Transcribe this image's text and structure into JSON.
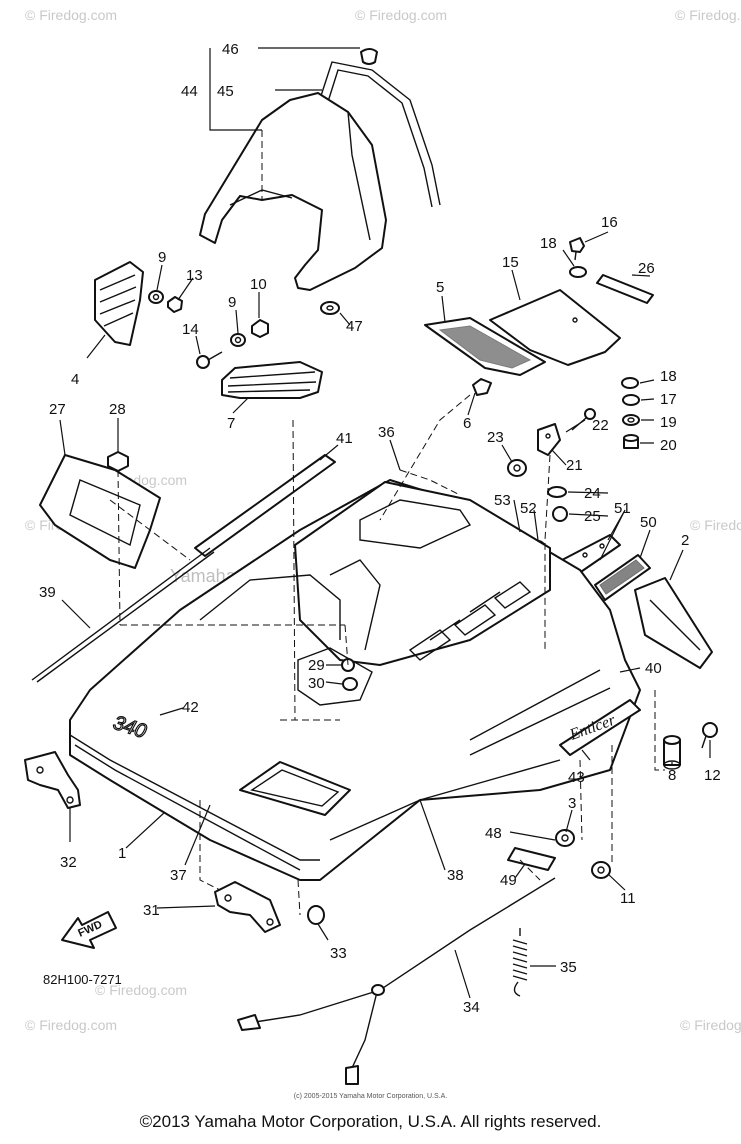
{
  "diagram": {
    "code": "82H100-7271",
    "model_badge": "340",
    "brand_badge": "Enticer",
    "fwd_label": "FWD",
    "watermarks": {
      "site": "© Firedog.com",
      "corp": "Yamaha Motor Corp., U.S.A."
    },
    "small_credit": "(c) 2005-2015 Yamaha Motor Corporation, U.S.A.",
    "copyright": "©2013 Yamaha Motor Corporation, U.S.A. All rights reserved.",
    "callouts": [
      "46",
      "44",
      "45",
      "16",
      "18",
      "26",
      "9",
      "13",
      "10",
      "9",
      "15",
      "5",
      "47",
      "14",
      "4",
      "7",
      "18",
      "17",
      "19",
      "6",
      "23",
      "22",
      "20",
      "27",
      "28",
      "36",
      "41",
      "21",
      "24",
      "53",
      "52",
      "25",
      "51",
      "50",
      "2",
      "39",
      "29",
      "30",
      "40",
      "42",
      "43",
      "8",
      "12",
      "3",
      "48",
      "49",
      "11",
      "32",
      "1",
      "37",
      "38",
      "31",
      "33",
      "35",
      "34"
    ]
  }
}
